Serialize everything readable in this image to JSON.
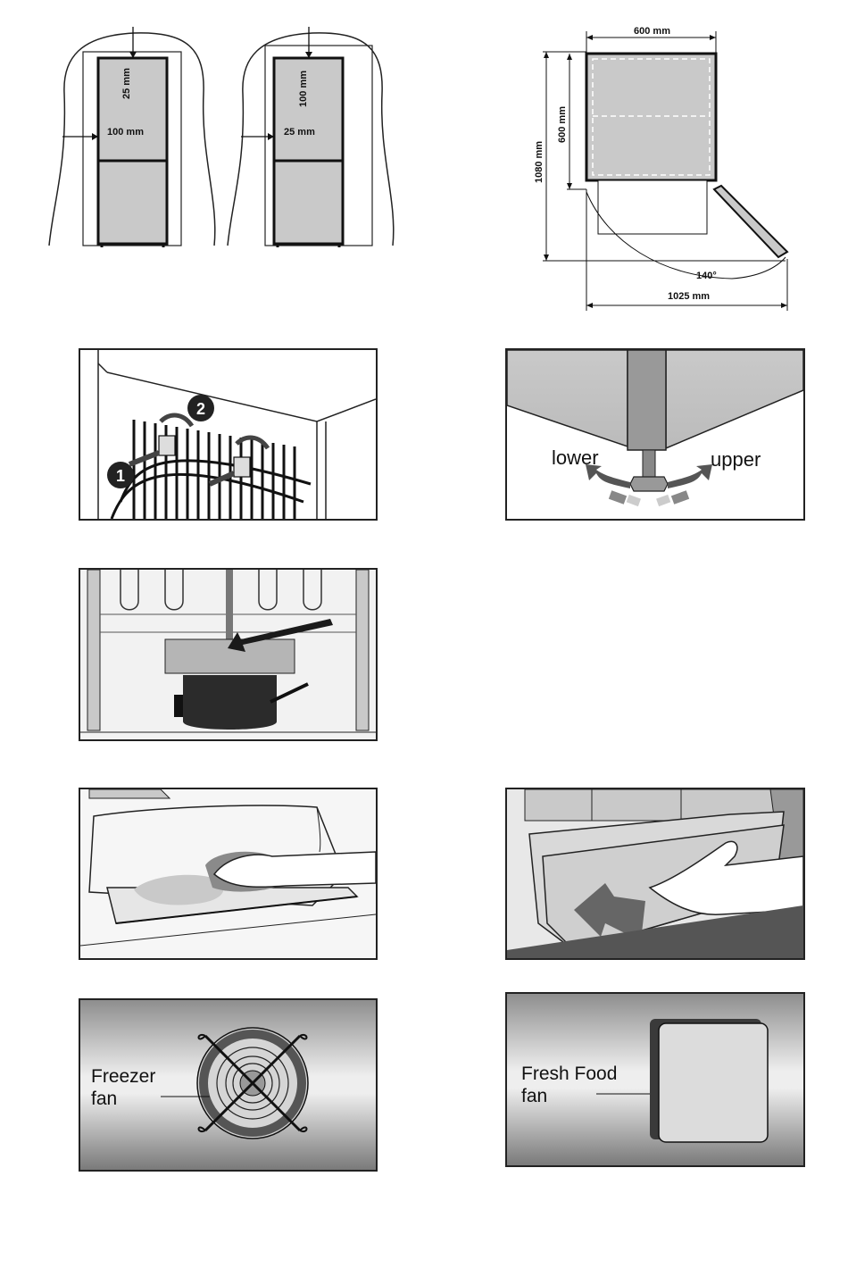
{
  "figures": {
    "clearance_a": {
      "top_gap": "25 mm",
      "side_gap": "100 mm"
    },
    "clearance_b": {
      "top_gap": "100 mm",
      "side_gap": "25 mm"
    },
    "dimensions": {
      "width": "600 mm",
      "depth": "600 mm",
      "height": "1080 mm",
      "door_angle": "140°",
      "door_open_depth": "1025 mm"
    },
    "spacer_install": {
      "step_1": "1",
      "step_2": "2"
    },
    "leveling_feet": {
      "lower": "lower",
      "upper": "upper"
    },
    "freezer_fan": {
      "line1": "Freezer",
      "line2": "fan"
    },
    "fresh_food_fan": {
      "line1": "Fresh Food",
      "line2": "fan"
    }
  },
  "colors": {
    "fill_grey": "#c9c9c9",
    "dark": "#222222",
    "light_grey": "#e4e4e4"
  }
}
